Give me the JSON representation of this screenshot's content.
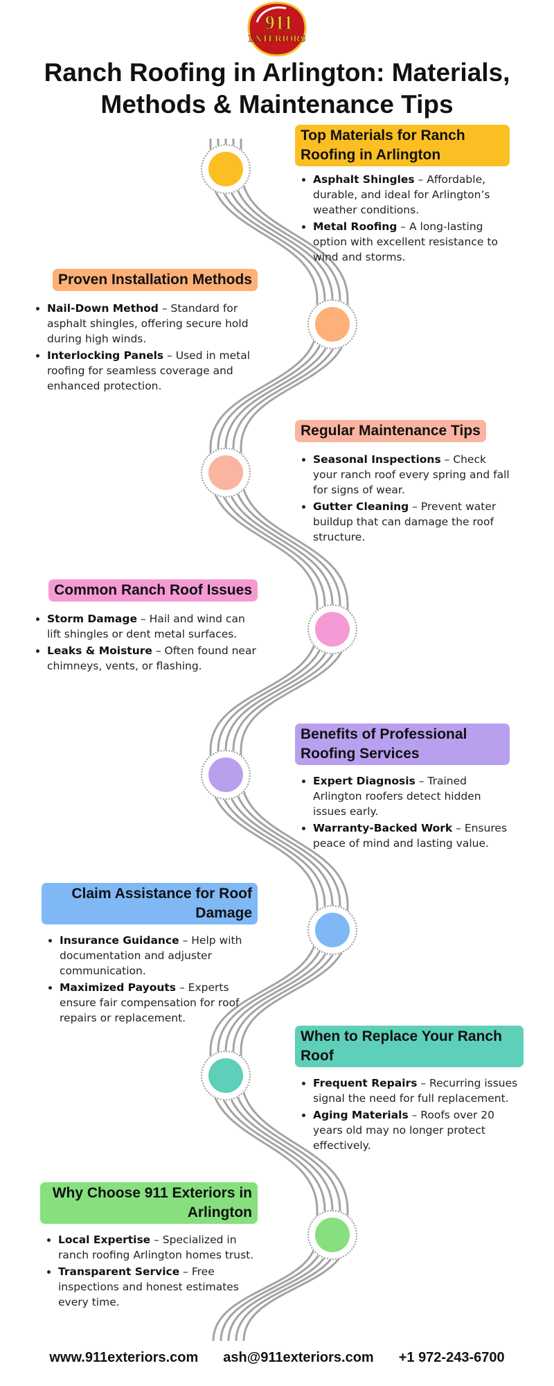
{
  "logo": {
    "line1": "911",
    "line2": "EXTERIORS"
  },
  "title": {
    "line1": "Ranch Roofing in Arlington: Materials,",
    "line2": "Methods & Maintenance Tips"
  },
  "sections": [
    {
      "heading": "Top Materials for Ranch Roofing in Arlington",
      "color": "#fbbf24",
      "items": [
        {
          "term": "Asphalt Shingles",
          "desc": " – Affordable, durable, and ideal for Arlington’s weather conditions."
        },
        {
          "term": "Metal Roofing",
          "desc": " – A long-lasting option with excellent resistance to wind and storms."
        }
      ]
    },
    {
      "heading": "Proven Installation Methods",
      "color": "#fdb077",
      "items": [
        {
          "term": "Nail-Down Method",
          "desc": " – Standard for asphalt shingles, offering secure hold during high winds."
        },
        {
          "term": "Interlocking Panels",
          "desc": " – Used in metal roofing for seamless coverage and enhanced protection."
        }
      ]
    },
    {
      "heading": "Regular Maintenance Tips",
      "color": "#fbb4a0",
      "items": [
        {
          "term": "Seasonal Inspections",
          "desc": " – Check your ranch roof every spring and fall for signs of wear."
        },
        {
          "term": "Gutter Cleaning",
          "desc": " – Prevent water buildup that can damage the roof structure."
        }
      ]
    },
    {
      "heading": "Common Ranch Roof Issues",
      "color": "#f49ad4",
      "items": [
        {
          "term": "Storm Damage",
          "desc": " – Hail and wind can lift shingles or dent metal surfaces."
        },
        {
          "term": "Leaks & Moisture",
          "desc": " – Often found near chimneys, vents, or flashing."
        }
      ]
    },
    {
      "heading": "Benefits of Professional Roofing Services",
      "color": "#b9a0ef",
      "items": [
        {
          "term": "Expert Diagnosis",
          "desc": " – Trained Arlington roofers detect hidden issues early."
        },
        {
          "term": "Warranty-Backed Work",
          "desc": " – Ensures peace of mind and lasting value."
        }
      ]
    },
    {
      "heading": "Claim Assistance for Roof Damage",
      "color": "#7fb8f5",
      "items": [
        {
          "term": "Insurance Guidance",
          "desc": " – Help with documentation and adjuster communication."
        },
        {
          "term": "Maximized Payouts",
          "desc": " – Experts ensure fair compensation for roof repairs or replacement."
        }
      ]
    },
    {
      "heading": "When to Replace Your Ranch Roof",
      "color": "#5ecfb9",
      "items": [
        {
          "term": "Frequent Repairs",
          "desc": " – Recurring issues signal the need for full replacement."
        },
        {
          "term": "Aging Materials",
          "desc": " – Roofs over 20 years old may no longer protect effectively."
        }
      ]
    },
    {
      "heading": "Why Choose 911 Exteriors in Arlington",
      "color": "#86e07e",
      "items": [
        {
          "term": "Local Expertise",
          "desc": " – Specialized in ranch roofing Arlington homes trust."
        },
        {
          "term": "Transparent Service",
          "desc": " – Free inspections and honest estimates every time."
        }
      ]
    }
  ],
  "footer": {
    "website": "www.911exteriors.com",
    "email": "ash@911exteriors.com",
    "phone": "+1 972-243-6700"
  }
}
